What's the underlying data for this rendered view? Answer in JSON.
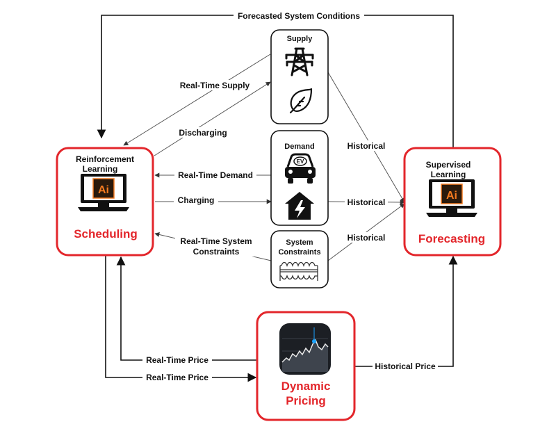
{
  "nodes": {
    "scheduling": {
      "subtitle": "Reinforcement Learning",
      "subtitle_line1": "Reinforcement",
      "subtitle_line2": "Learning",
      "title": "Scheduling",
      "icon_text": "Ai"
    },
    "forecasting": {
      "subtitle": "Supervised Learning",
      "subtitle_line1": "Supervised",
      "subtitle_line2": "Learning",
      "title": "Forecasting",
      "icon_text": "Ai"
    },
    "dynamic_pricing": {
      "title": "Dynamic Pricing",
      "title_line1": "Dynamic",
      "title_line2": "Pricing"
    },
    "supply": {
      "title": "Supply"
    },
    "demand": {
      "title": "Demand",
      "ev_text": "EV"
    },
    "constraints": {
      "title": "System Constraints",
      "title_line1": "System",
      "title_line2": "Constraints"
    }
  },
  "edges": {
    "forecasted_conditions": "Forecasted System Conditions",
    "real_time_supply": "Real-Time Supply",
    "discharging": "Discharging",
    "real_time_demand": "Real-Time Demand",
    "charging": "Charging",
    "real_time_constraints": "Real-Time System Constraints",
    "real_time_constraints_line1": "Real-Time System",
    "real_time_constraints_line2": "Constraints",
    "historical_supply": "Historical",
    "historical_demand": "Historical",
    "historical_constraints": "Historical",
    "real_time_price_in": "Real-Time Price",
    "real_time_price_out": "Real-Time Price",
    "historical_price": "Historical Price"
  },
  "colors": {
    "accent_red": "#e3262b",
    "line": "#111111",
    "ai_orange": "#f47b20",
    "ai_dark": "#2b1a0c",
    "chart_bg": "#1c1f24",
    "chart_marker": "#1aa3ff"
  },
  "icons": {
    "supply": [
      "power-tower-icon",
      "leaf-plug-icon"
    ],
    "demand": [
      "electric-car-icon",
      "house-bolt-icon"
    ],
    "constraints": [
      "transformer-icon"
    ],
    "models": [
      "ai-monitor-icon"
    ],
    "pricing": [
      "price-chart-icon"
    ]
  }
}
